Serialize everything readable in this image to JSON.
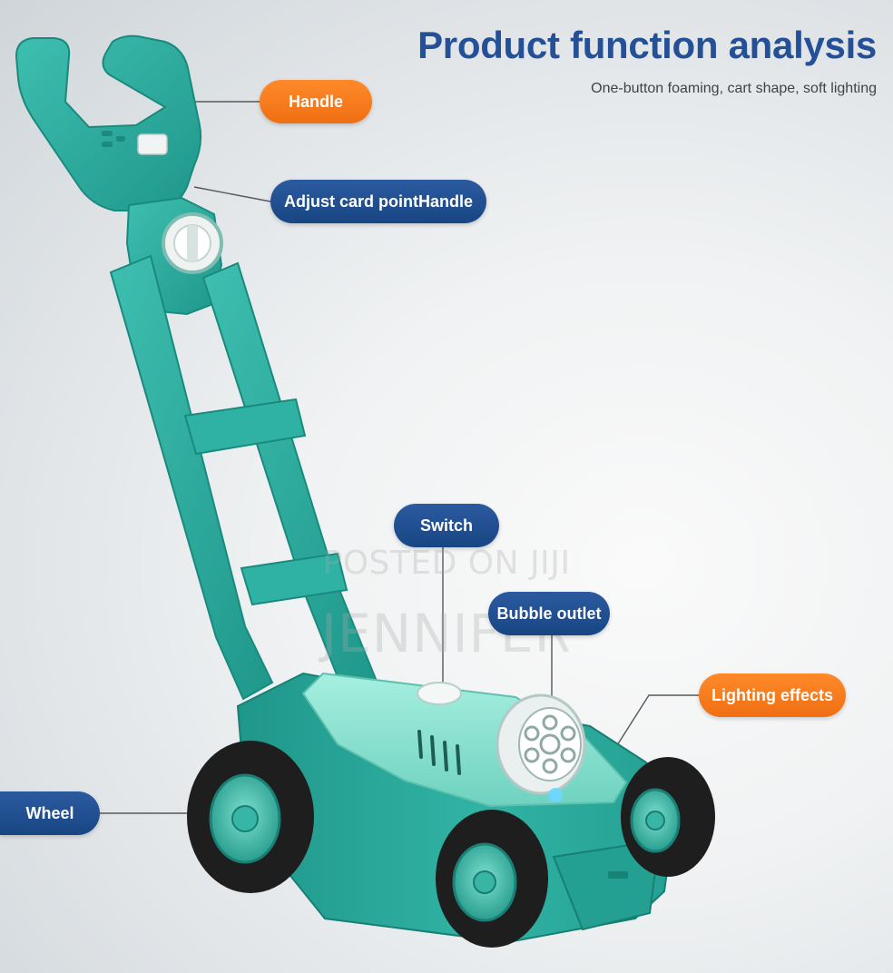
{
  "header": {
    "title": "Product function analysis",
    "subtitle": "One-button foaming, cart shape, soft lighting"
  },
  "labels": {
    "handle": "Handle",
    "adjust": "Adjust card pointHandle",
    "switch": "Switch",
    "bubble_outlet": "Bubble outlet",
    "lighting": "Lighting effects",
    "wheel": "Wheel"
  },
  "watermark": {
    "line1": "POSTED ON JIJI",
    "line2": "JENNIFER"
  },
  "colors": {
    "title": "#245098",
    "label_orange": "#f57a1f",
    "label_blue": "#1f4f91",
    "toy_teal": "#2aa89a",
    "toy_light": "#8fe0cf",
    "tire": "#1e1e1f"
  }
}
